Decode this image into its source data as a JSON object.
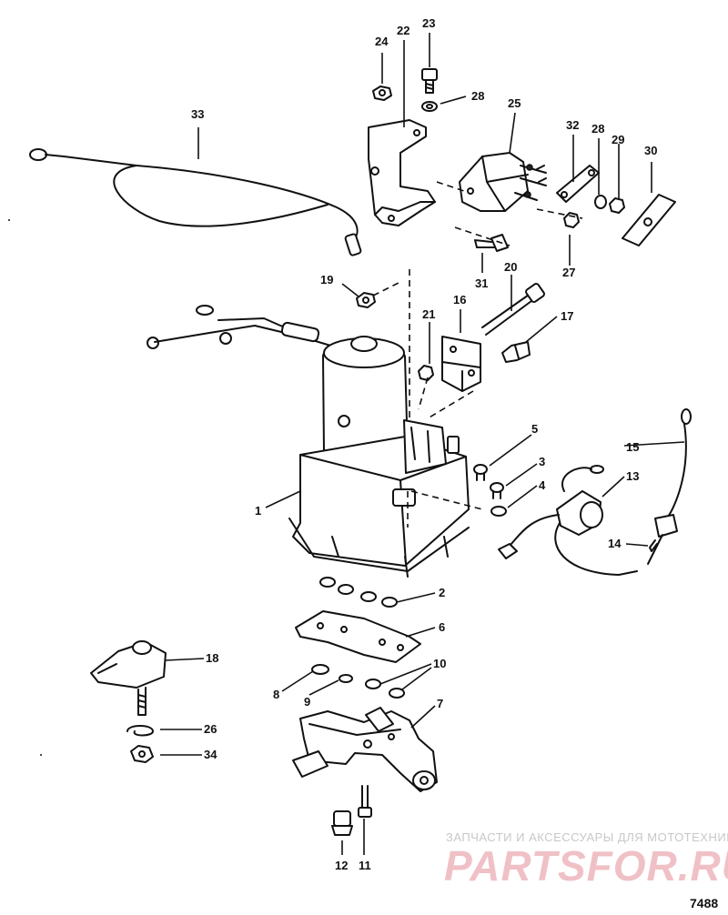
{
  "diagram": {
    "figure_number": "7488",
    "watermark": {
      "tagline": "ЗАПЧАСТИ И АКСЕССУАРЫ ДЛЯ МОТОТЕХНИКИ",
      "brand": "PARTSFOR.RU"
    },
    "callouts": {
      "c1": "1",
      "c2": "2",
      "c3": "3",
      "c4": "4",
      "c5": "5",
      "c6": "6",
      "c7": "7",
      "c8": "8",
      "c9": "9",
      "c10": "10",
      "c11": "11",
      "c12": "12",
      "c13": "13",
      "c14": "14",
      "c15": "15",
      "c16": "16",
      "c17": "17",
      "c18": "18",
      "c19": "19",
      "c20": "20",
      "c21": "21",
      "c22": "22",
      "c23": "23",
      "c24": "24",
      "c25": "25",
      "c26": "26",
      "c27": "27",
      "c28a": "28",
      "c28b": "28",
      "c29": "29",
      "c30": "30",
      "c31": "31",
      "c32": "32",
      "c33": "33",
      "c34": "34"
    }
  }
}
